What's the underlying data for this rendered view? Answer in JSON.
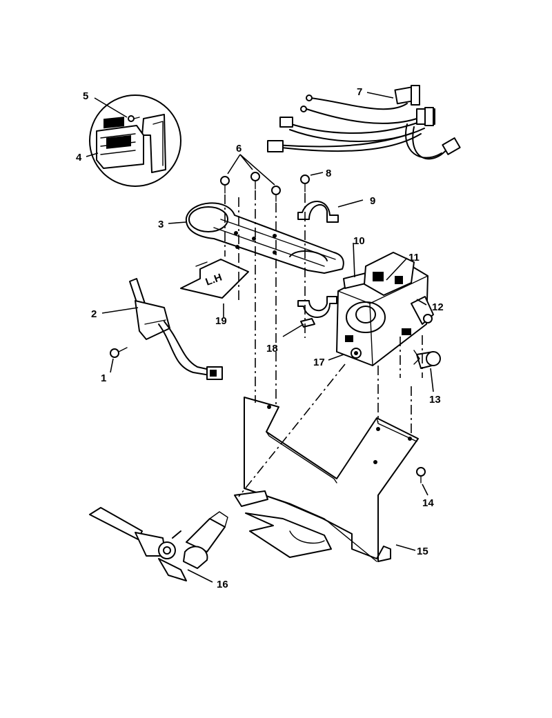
{
  "callouts": {
    "c1": "1",
    "c2": "2",
    "c3": "3",
    "c4": "4",
    "c5": "5",
    "c6": "6",
    "c7": "7",
    "c8": "8",
    "c9": "9",
    "c10": "10",
    "c11": "11",
    "c12": "12",
    "c13": "13",
    "c14": "14",
    "c15": "15",
    "c16": "16",
    "c17": "17",
    "c18": "18",
    "c19": "19"
  },
  "plate_marking": "L.H"
}
